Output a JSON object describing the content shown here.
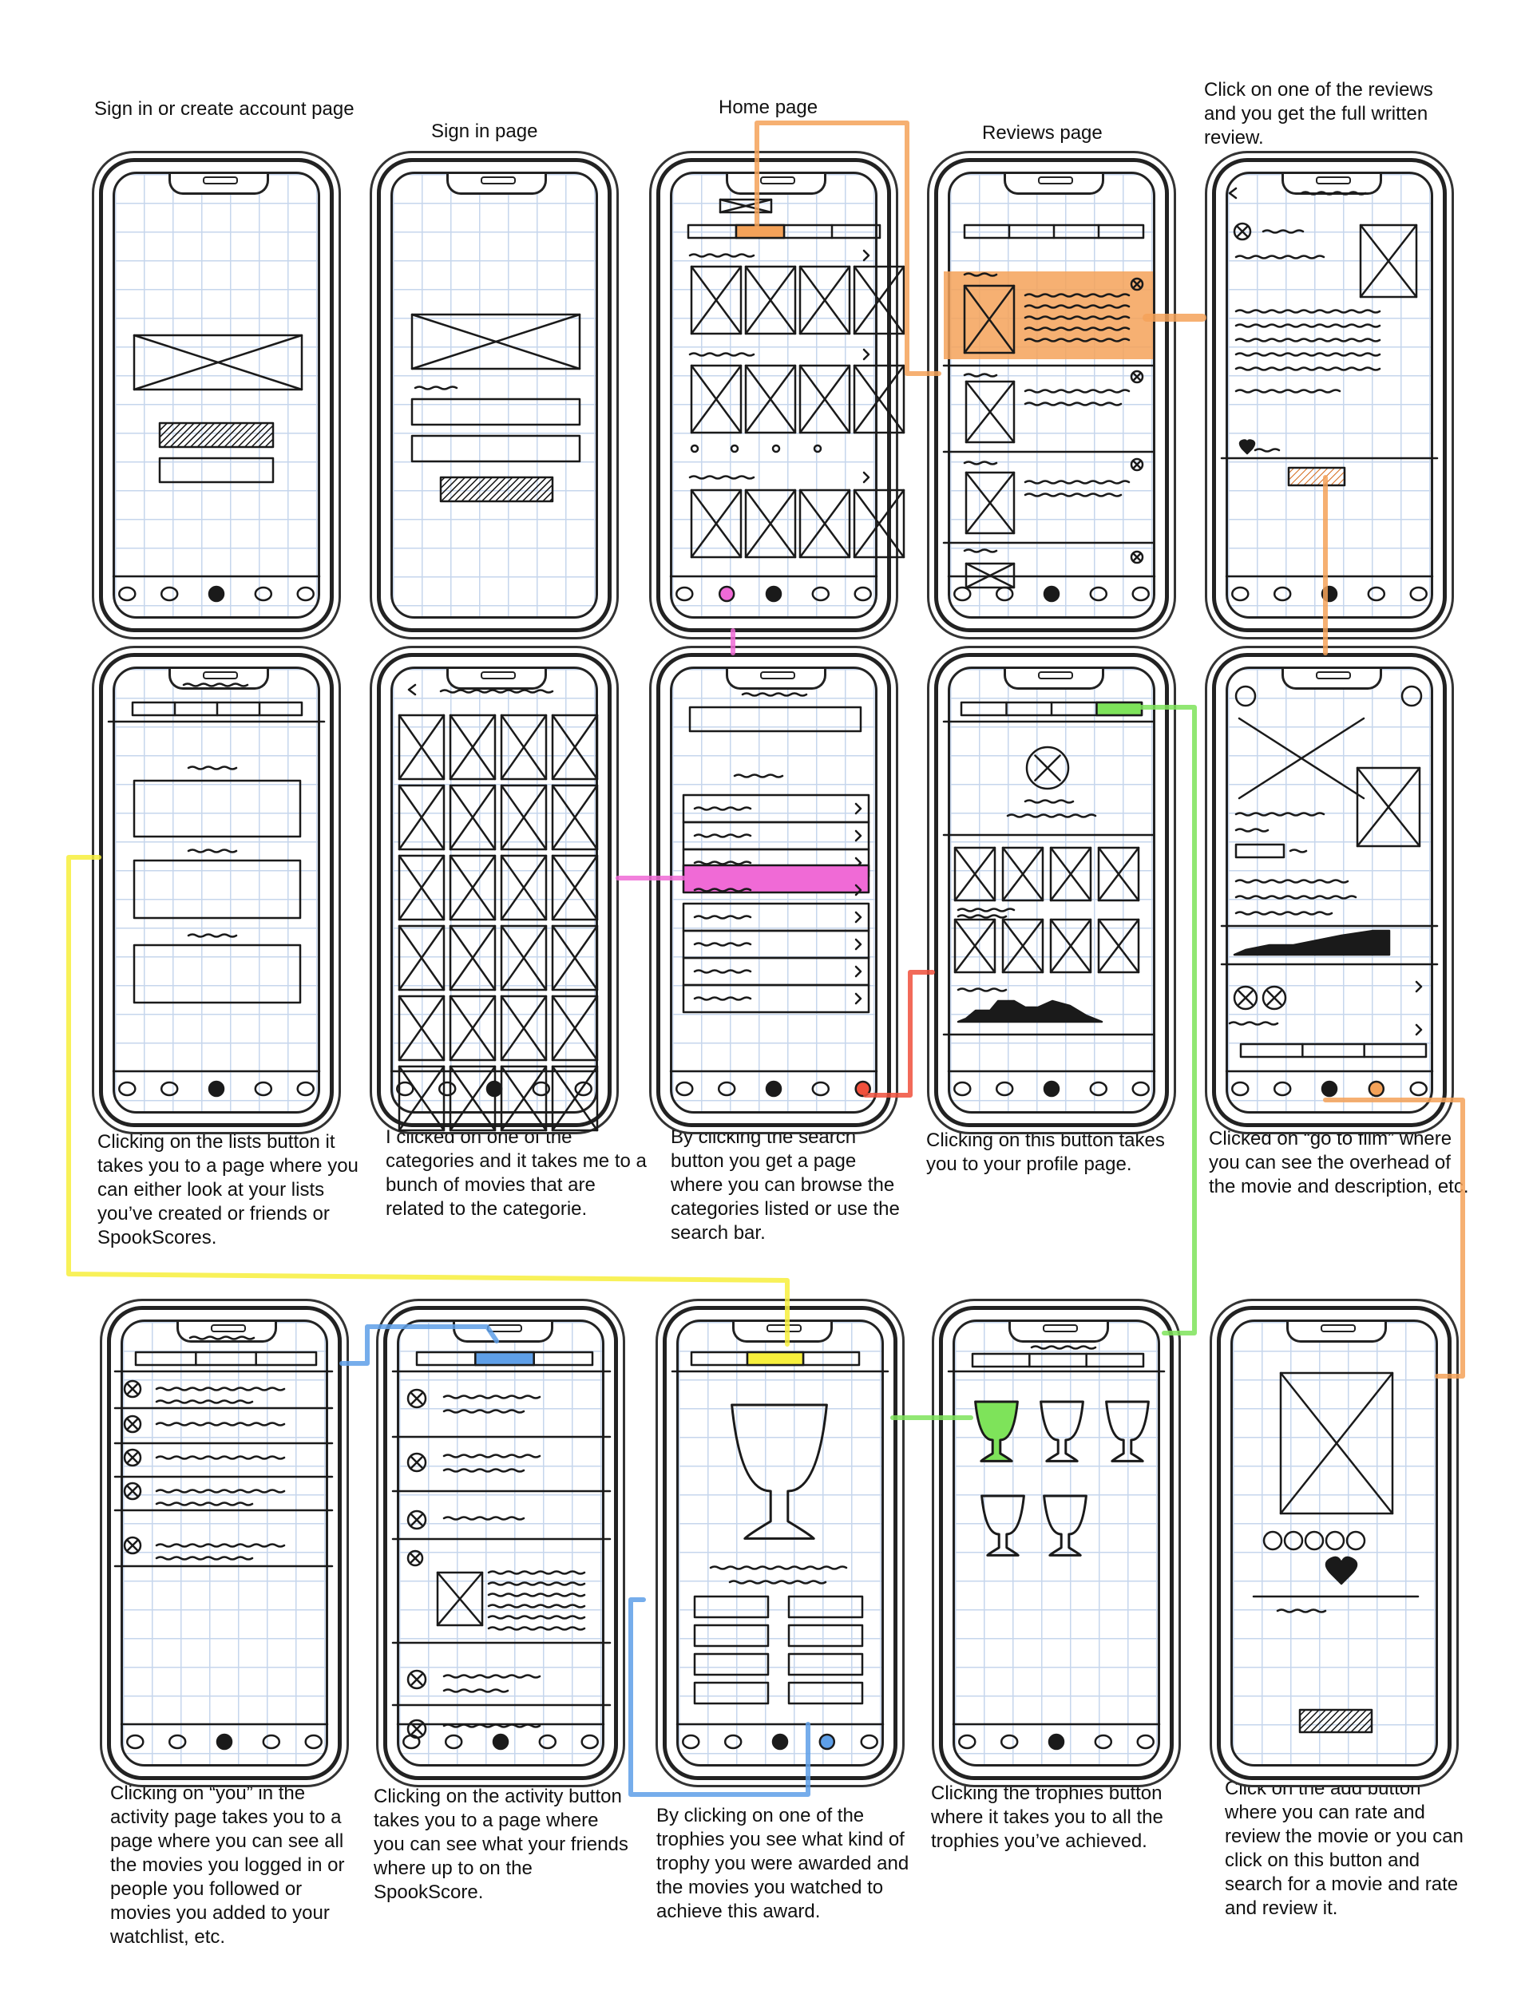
{
  "colors": {
    "orange": "#f4a259",
    "pink": "#f06ad6",
    "red": "#f0503c",
    "green": "#7ee35a",
    "yellow": "#f7ef3c",
    "blue": "#5e9fe8",
    "grid": "#c6d6ec",
    "ink": "#1a1a1a"
  },
  "captions": {
    "sign_in_or_create": "Sign in or create account page",
    "sign_in": "Sign in page",
    "home": "Home page",
    "reviews": "Reviews page",
    "full_review": "Click on one of the reviews and you get the full written review.",
    "lists": "Clicking on the lists button it takes you to a page where you can either look at your lists you’ve created or friends or SpookScores.",
    "categories": "I clicked on one of the categories and it takes me to a bunch of movies that are related to the categorie.",
    "search": "By clicking the search button you get a page where you can browse the categories listed or use the search bar.",
    "profile": "Clicking on this button takes you to your profile page.",
    "go_to_film": "Clicked on “go to film” where you can see the overhead of the movie and description, etc.",
    "you_activity": "Clicking on “you” in the activity page takes you to a page where you can see all the movies you logged in or people you followed or movies you added to your watchlist, etc.",
    "activity": "Clicking on the activity button takes you to a page where you can see what your friends where up to on the SpookScore.",
    "trophy_detail": "By clicking on one of the trophies you see what kind of trophy you were awarded and the movies you watched to achieve this award.",
    "trophies": "Clicking the trophies button where it takes you to all the trophies you’ve achieved.",
    "add": "Click on the add button where you can rate and review the movie or you can click on this button and search for a movie and rate and review it."
  },
  "icons": [
    "placeholder-image-icon",
    "close-circle-icon",
    "trophy-icon",
    "heart-icon",
    "chevron-right-icon",
    "back-arrow-icon"
  ]
}
